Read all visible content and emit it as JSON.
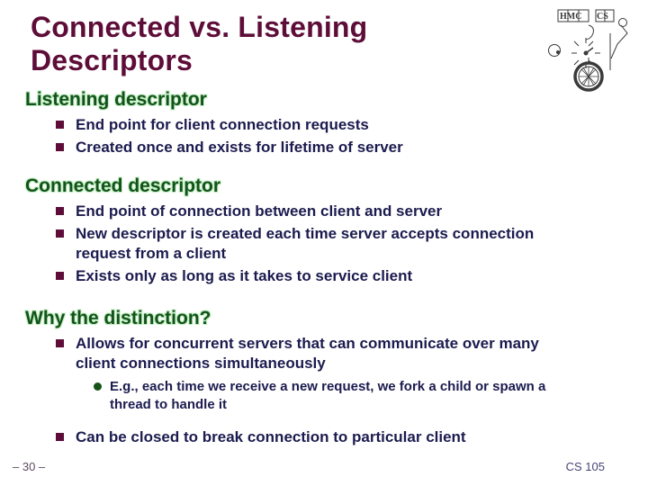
{
  "slide": {
    "title": "Connected vs. Listening Descriptors",
    "logo": {
      "name": "hmc-cs-unicycle-logo",
      "text_1": "HMC",
      "text_2": "CS"
    },
    "sections": [
      {
        "heading": "Listening descriptor",
        "bullets": [
          {
            "text": "End point for client connection requests"
          },
          {
            "text": "Created once and exists for lifetime of server"
          }
        ]
      },
      {
        "heading": "Connected descriptor",
        "bullets": [
          {
            "text": "End point of connection between client and server"
          },
          {
            "text": "New descriptor is created each time server accepts connection request from a client"
          },
          {
            "text": "Exists only as long as it takes to service client"
          }
        ]
      },
      {
        "heading": "Why the distinction?",
        "bullets": [
          {
            "text": "Allows for concurrent servers that can communicate over many client connections simultaneously",
            "subbullets": [
              {
                "text": "E.g., each time we receive a new request, we fork a child or spawn a thread to handle it"
              }
            ]
          },
          {
            "text": "Can be closed to break connection to particular client"
          }
        ]
      }
    ],
    "footer": {
      "left": "– 30 –",
      "right": "CS 105"
    },
    "colors": {
      "title_maroon": "#5e0d38",
      "heading_green": "#14521c",
      "heading_glow": "#c4f0c4",
      "body_navy": "#1b1b4f",
      "bullet_square": "#5e0d38",
      "bullet_dot": "#155215",
      "footer_left": "#5c4a60",
      "footer_right": "#474575",
      "background": "#ffffff"
    }
  }
}
